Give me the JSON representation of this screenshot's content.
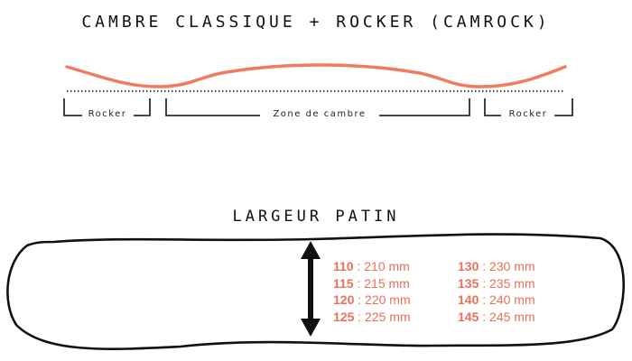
{
  "camber_title": "CAMBRE CLASSIQUE + ROCKER (CAMROCK)",
  "zones": {
    "left": "Rocker",
    "center": "Zone de cambre",
    "right": "Rocker"
  },
  "width_title": "LARGEUR PATIN",
  "sizes": [
    {
      "length": "110",
      "width": " : 210 mm"
    },
    {
      "length": "115",
      "width": " : 215 mm"
    },
    {
      "length": "120",
      "width": " : 220 mm"
    },
    {
      "length": "125",
      "width": " : 225 mm"
    },
    {
      "length": "130",
      "width": " : 230 mm"
    },
    {
      "length": "135",
      "width": " : 235 mm"
    },
    {
      "length": "140",
      "width": " : 240 mm"
    },
    {
      "length": "145",
      "width": " : 245 mm"
    }
  ],
  "colors": {
    "accent": "#e8715a",
    "line": "#111111"
  }
}
